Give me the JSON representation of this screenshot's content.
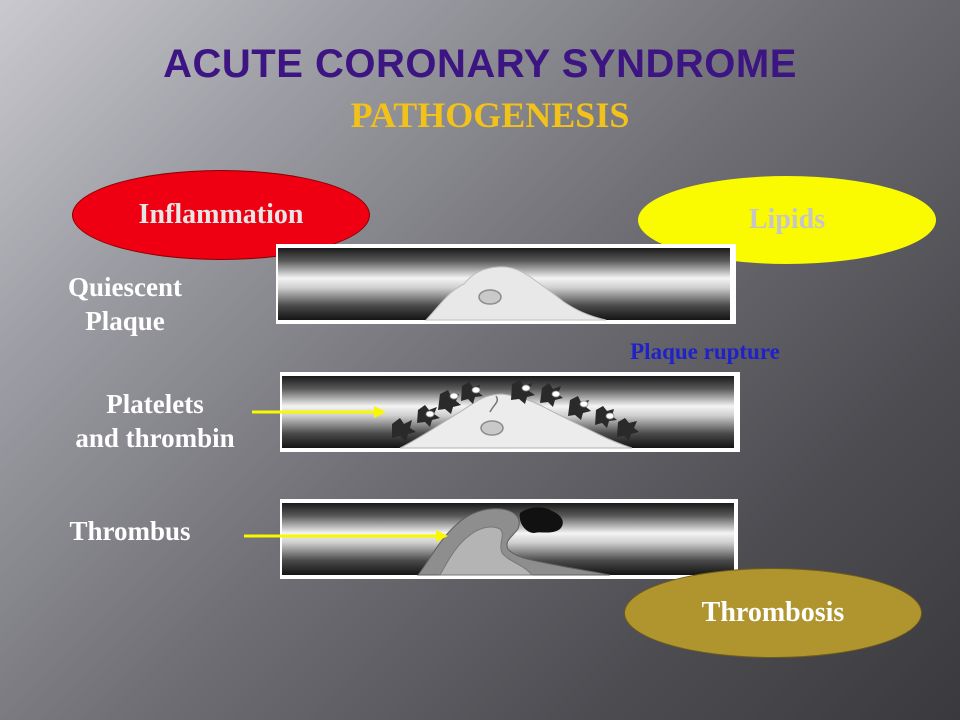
{
  "title": "ACUTE CORONARY SYNDROME",
  "subtitle": "PATHOGENESIS",
  "ovals": {
    "inflammation": "Inflammation",
    "lipids": "Lipids",
    "thrombosis": "Thrombosis"
  },
  "stages": {
    "quiescent": "Quiescent\nPlaque",
    "platelets": "Platelets\nand thrombin",
    "thrombus": "Thrombus"
  },
  "annotation": "Plaque rupture",
  "colors": {
    "title": "#3d1582",
    "subtitle": "#f3c21a",
    "inflammation": "#ee0012",
    "lipids": "#fafa00",
    "thrombosis": "#b0952f",
    "annotation": "#1f22c8",
    "arrow": "#f8f800"
  }
}
